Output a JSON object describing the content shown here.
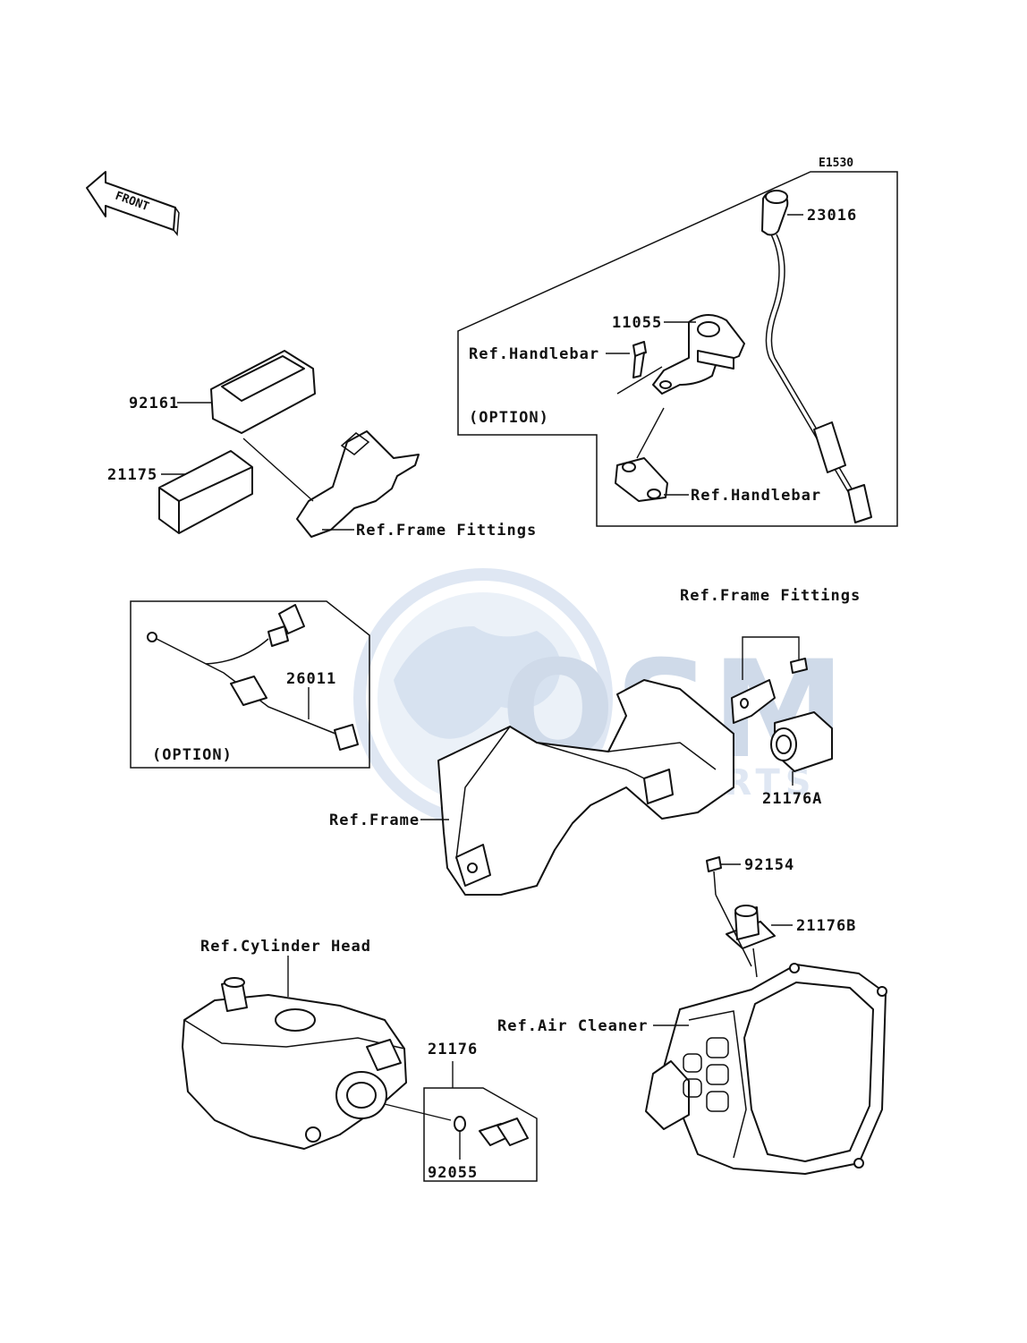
{
  "diagram_code": "E1530",
  "front_arrow": {
    "label": "FRONT"
  },
  "watermark": {
    "main": "OSM",
    "sub": "MOTORPARTS"
  },
  "labels": {
    "p23016": "23016",
    "p11055": "11055",
    "ref_handlebar_top": "Ref.Handlebar",
    "option_top": "(OPTION)",
    "ref_handlebar_bottom": "Ref.Handlebar",
    "p92161": "92161",
    "p21175": "21175",
    "ref_frame_fittings_top": "Ref.Frame Fittings",
    "ref_frame_fittings_mid": "Ref.Frame Fittings",
    "p26011": "26011",
    "option_bottom": "(OPTION)",
    "p21176A": "21176A",
    "ref_frame": "Ref.Frame",
    "p92154": "92154",
    "p21176B": "21176B",
    "ref_cylinder_head": "Ref.Cylinder Head",
    "ref_air_cleaner": "Ref.Air Cleaner",
    "p21176": "21176",
    "p92055": "92055"
  },
  "colors": {
    "line": "#111111",
    "watermark": "#c5d5ea",
    "watermark_dark": "#a9bdd8"
  }
}
